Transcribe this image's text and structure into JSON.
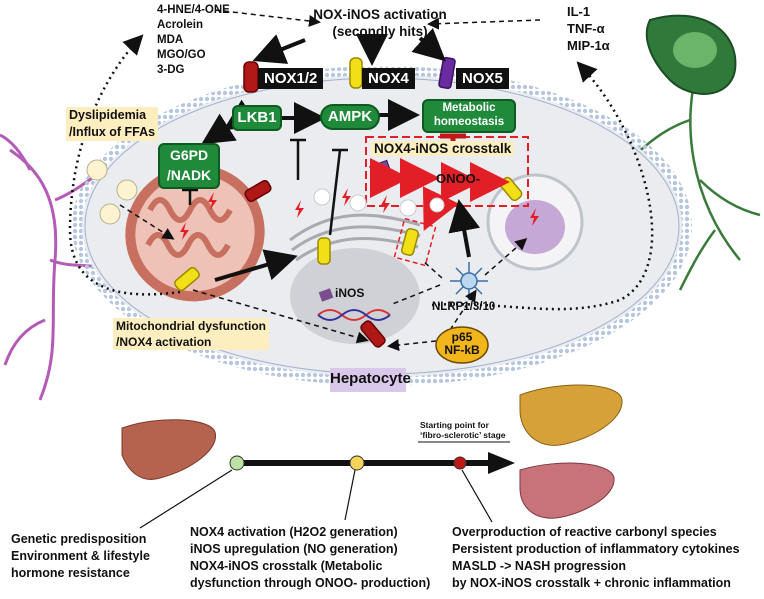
{
  "top_left_list": [
    "4-HNE/4-ONE",
    "Acrolein",
    "MDA",
    "MGO/GO",
    "3-DG"
  ],
  "top_center": [
    "NOX-iNOS activation",
    "(secondly hits)"
  ],
  "top_right_list": [
    "IL-1",
    "TNF-α",
    "MIP-1α"
  ],
  "nox_labels": [
    "NOX1/2",
    "NOX4",
    "NOX5"
  ],
  "green_boxes": {
    "lkb1": "LKB1",
    "ampk": "AMPK",
    "metabolic": [
      "Metabolic",
      "homeostasis"
    ],
    "g6pd": [
      "G6PD",
      "/NADK"
    ]
  },
  "dyslipidemia": [
    "Dyslipidemia",
    "/Influx of FFAs"
  ],
  "crosstalk_title": "NOX4-iNOS crosstalk",
  "onoo": "ONOO-",
  "inos": "iNOS",
  "nlrp": "NLRP1/3/10",
  "mito_label": [
    "Mitochondrial dysfunction",
    "/NOX4 activation"
  ],
  "nfkb": [
    "p65",
    "NF-kB"
  ],
  "hepatocyte": "Hepatocyte",
  "timeline_start_label": [
    "Starting point for",
    "‘fibro-sclerotic’ stage"
  ],
  "bottom_left": [
    "Genetic predisposition",
    "Environment & lifestyle",
    "hormone resistance"
  ],
  "bottom_middle": [
    "NOX4 activation (H2O2 generation)",
    "iNOS upregulation (NO generation)",
    "NOX4-iNOS crosstalk (Metabolic",
    "dysfunction through ONOO- production)"
  ],
  "bottom_right": [
    "Overproduction of reactive carbonyl species",
    "Persistent production of inflammatory cytokines",
    "MASLD -> NASH progression",
    "by NOX-iNOS crosstalk + chronic inflammation"
  ],
  "colors": {
    "nox12": "#b01818",
    "nox4": "#f2df18",
    "nox5": "#6a2aa0",
    "green": "#1f8a3a",
    "cream": "#fdeebf",
    "hepatocyte_label": "#d9c8ea",
    "red": "#e21f26"
  }
}
